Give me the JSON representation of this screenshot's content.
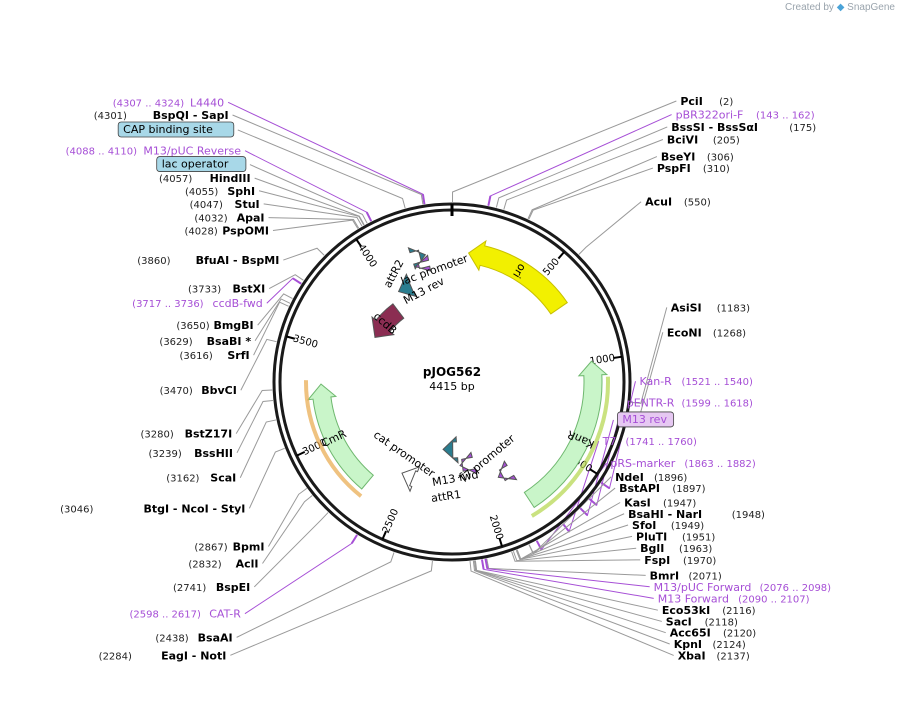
{
  "credit": {
    "prefix": "Created by",
    "brand": "SnapGene"
  },
  "plasmid": {
    "name": "pJOG562",
    "length_label": "4415 bp",
    "length": 4415
  },
  "colors": {
    "ori": "#f2f000",
    "resistance": "#c9f5c9",
    "promoter": "#ffffff",
    "ccdB": "#8b2d52",
    "attR": "#2a7d8f",
    "primer": "#a64fd6",
    "primer_box": "#e6c8f2",
    "misc_box": "#a8d8e8"
  },
  "ticks": [
    {
      "bp": 500,
      "label": "500"
    },
    {
      "bp": 1000,
      "label": "1000"
    },
    {
      "bp": 1500,
      "label": "1500"
    },
    {
      "bp": 2000,
      "label": "2000"
    },
    {
      "bp": 2500,
      "label": "2500"
    },
    {
      "bp": 3000,
      "label": "3000"
    },
    {
      "bp": 3500,
      "label": "3500"
    },
    {
      "bp": 4000,
      "label": "4000"
    }
  ],
  "features": [
    {
      "name": "ori",
      "start": 90,
      "end": 680,
      "strand": -1,
      "type": "ori",
      "label": "ori"
    },
    {
      "name": "KanR",
      "start": 1000,
      "end": 1800,
      "strand": -1,
      "type": "resistance",
      "label": "KanR"
    },
    {
      "name": "CmR",
      "start": 2700,
      "end": 3300,
      "strand": 1,
      "type": "resistance",
      "label": "CmR"
    },
    {
      "name": "cat promoter",
      "start": 2480,
      "end": 2560,
      "strand": 1,
      "type": "promoter",
      "label": "cat promoter"
    },
    {
      "name": "ccdB",
      "start": 3680,
      "end": 3960,
      "strand": -1,
      "type": "ccdB",
      "label": "ccdB"
    },
    {
      "name": "attR2",
      "start": 4040,
      "end": 4130,
      "strand": -1,
      "type": "attR",
      "label": "attR2"
    },
    {
      "name": "attR1",
      "start": 2200,
      "end": 2300,
      "strand": 1,
      "type": "attR",
      "label": "attR1"
    },
    {
      "name": "lac promoter",
      "start": 4240,
      "end": 4270,
      "strand": 1,
      "type": "attR",
      "label": "lac promoter"
    },
    {
      "name": "M13 rev",
      "start": 4200,
      "end": 4220,
      "strand": -1,
      "type": "primer",
      "label": "M13 rev"
    },
    {
      "name": "M13 fwd",
      "start": 2120,
      "end": 2140,
      "strand": 1,
      "type": "primer",
      "label": "M13 fwd"
    },
    {
      "name": "T7 promoter",
      "start": 1860,
      "end": 1890,
      "strand": 1,
      "type": "primer",
      "label": "T7 promoter"
    }
  ],
  "feature_labels": [
    {
      "text": "attR2",
      "bp": 4080,
      "r": 120,
      "rot": -62,
      "name": "feature-label-attR2"
    },
    {
      "text": "lac promoter",
      "bp": 4310,
      "r": 110,
      "rot": -20,
      "name": "feature-label-lac-promoter"
    },
    {
      "text": "M13 rev",
      "bp": 4210,
      "r": 92,
      "rot": -28,
      "name": "feature-label-m13-rev"
    },
    {
      "text": "M13 fwd",
      "bp": 2180,
      "r": 100,
      "rot": -10,
      "name": "feature-label-m13-fwd"
    },
    {
      "text": "attR1",
      "bp": 2240,
      "r": 118,
      "rot": -8,
      "name": "feature-label-attR1"
    },
    {
      "text": "T7 promoter",
      "bp": 1900,
      "r": 88,
      "rot": -40,
      "name": "feature-label-t7-promoter"
    },
    {
      "text": "cat promoter",
      "bp": 2620,
      "r": 90,
      "rot": 35,
      "name": "feature-label-cat-promoter"
    }
  ],
  "sites": [
    {
      "bp": 2,
      "name": "PciI",
      "pos": "(2)",
      "side": "R"
    },
    {
      "bp": 143,
      "name": "pBR322ori-F",
      "pos": "(143 .. 162)",
      "side": "R",
      "primer": true
    },
    {
      "bp": 175,
      "name": "BssSI  - BssSαI",
      "pos": "(175)",
      "side": "R"
    },
    {
      "bp": 205,
      "name": "BciVI",
      "pos": "(205)",
      "side": "R"
    },
    {
      "bp": 306,
      "name": "BseYI",
      "pos": "(306)",
      "side": "R"
    },
    {
      "bp": 310,
      "name": "PspFI",
      "pos": "(310)",
      "side": "R"
    },
    {
      "bp": 550,
      "name": "AcuI",
      "pos": "(550)",
      "side": "R"
    },
    {
      "bp": 1183,
      "name": "AsiSI",
      "pos": "(1183)",
      "side": "R"
    },
    {
      "bp": 1268,
      "name": "EcoNI",
      "pos": "(1268)",
      "side": "R"
    },
    {
      "bp": 1521,
      "name": "Kan-R",
      "pos": "(1521 .. 1540)",
      "side": "R",
      "primer": true
    },
    {
      "bp": 1599,
      "name": "pENTR-R",
      "pos": "(1599 .. 1618)",
      "side": "R",
      "primer": true
    },
    {
      "bp": 1650,
      "name": "M13 rev",
      "pos": "",
      "side": "R",
      "primer": true,
      "boxed": true
    },
    {
      "bp": 1741,
      "name": "T7",
      "pos": "(1741 .. 1760)",
      "side": "R",
      "primer": true
    },
    {
      "bp": 1863,
      "name": "pRS-marker",
      "pos": "(1863 .. 1882)",
      "side": "R",
      "primer": true
    },
    {
      "bp": 1896,
      "name": "NdeI",
      "pos": "(1896)",
      "side": "R"
    },
    {
      "bp": 1897,
      "name": "BstAPI",
      "pos": "(1897)",
      "side": "R"
    },
    {
      "bp": 1947,
      "name": "KasI",
      "pos": "(1947)",
      "side": "R"
    },
    {
      "bp": 1948,
      "name": "BsaHI  - NarI",
      "pos": "(1948)",
      "side": "R"
    },
    {
      "bp": 1949,
      "name": "SfoI",
      "pos": "(1949)",
      "side": "R"
    },
    {
      "bp": 1951,
      "name": "PluTI",
      "pos": "(1951)",
      "side": "R"
    },
    {
      "bp": 1963,
      "name": "BglI",
      "pos": "(1963)",
      "side": "R"
    },
    {
      "bp": 1970,
      "name": "FspI",
      "pos": "(1970)",
      "side": "R"
    },
    {
      "bp": 2071,
      "name": "BmrI",
      "pos": "(2071)",
      "side": "R"
    },
    {
      "bp": 2076,
      "name": "M13/pUC Forward",
      "pos": "(2076 .. 2098)",
      "side": "R",
      "primer": true
    },
    {
      "bp": 2090,
      "name": "M13 Forward",
      "pos": "(2090 .. 2107)",
      "side": "R",
      "primer": true
    },
    {
      "bp": 2116,
      "name": "Eco53kI",
      "pos": "(2116)",
      "side": "R"
    },
    {
      "bp": 2118,
      "name": "SacI",
      "pos": "(2118)",
      "side": "R"
    },
    {
      "bp": 2120,
      "name": "Acc65I",
      "pos": "(2120)",
      "side": "R"
    },
    {
      "bp": 2124,
      "name": "KpnI",
      "pos": "(2124)",
      "side": "R"
    },
    {
      "bp": 2137,
      "name": "XbaI",
      "pos": "(2137)",
      "side": "R"
    },
    {
      "bp": 2284,
      "name": "EagI  - NotI",
      "pos": "(2284)",
      "side": "L"
    },
    {
      "bp": 2438,
      "name": "BsaAI",
      "pos": "(2438)",
      "side": "L"
    },
    {
      "bp": 2598,
      "name": "CAT-R",
      "pos": "(2598 .. 2617)",
      "side": "L",
      "primer": true
    },
    {
      "bp": 2741,
      "name": "BspEI",
      "pos": "(2741)",
      "side": "L"
    },
    {
      "bp": 2832,
      "name": "AclI",
      "pos": "(2832)",
      "side": "L"
    },
    {
      "bp": 2867,
      "name": "BpmI",
      "pos": "(2867)",
      "side": "L"
    },
    {
      "bp": 3046,
      "name": "BtgI  - NcoI  - StyI",
      "pos": "(3046)",
      "side": "L"
    },
    {
      "bp": 3162,
      "name": "ScaI",
      "pos": "(3162)",
      "side": "L"
    },
    {
      "bp": 3239,
      "name": "BssHII",
      "pos": "(3239)",
      "side": "L"
    },
    {
      "bp": 3280,
      "name": "BstZ17I",
      "pos": "(3280)",
      "side": "L"
    },
    {
      "bp": 3470,
      "name": "BbvCI",
      "pos": "(3470)",
      "side": "L"
    },
    {
      "bp": 3616,
      "name": "SrfI",
      "pos": "(3616)",
      "side": "L"
    },
    {
      "bp": 3629,
      "name": "BsaBI *",
      "pos": "(3629)",
      "side": "L"
    },
    {
      "bp": 3650,
      "name": "BmgBI",
      "pos": "(3650)",
      "side": "L"
    },
    {
      "bp": 3717,
      "name": "ccdB-fwd",
      "pos": "(3717 .. 3736)",
      "side": "L",
      "primer": true
    },
    {
      "bp": 3733,
      "name": "BstXI",
      "pos": "(3733)",
      "side": "L"
    },
    {
      "bp": 3860,
      "name": "BfuAI  - BspMI",
      "pos": "(3860)",
      "side": "L"
    },
    {
      "bp": 4028,
      "name": "PspOMI",
      "pos": "(4028)",
      "side": "L"
    },
    {
      "bp": 4032,
      "name": "ApaI",
      "pos": "(4032)",
      "side": "L"
    },
    {
      "bp": 4047,
      "name": "StuI",
      "pos": "(4047)",
      "side": "L"
    },
    {
      "bp": 4055,
      "name": "SphI",
      "pos": "(4055)",
      "side": "L"
    },
    {
      "bp": 4057,
      "name": "HindIII",
      "pos": "(4057)",
      "side": "L"
    },
    {
      "bp": 4070,
      "name": "lac operator",
      "pos": "",
      "side": "L",
      "boxed": true,
      "boxcolor": "misc"
    },
    {
      "bp": 4088,
      "name": "M13/pUC Reverse",
      "pos": "(4088 .. 4110)",
      "side": "L",
      "primer": true
    },
    {
      "bp": 4230,
      "name": "CAP binding site",
      "pos": "",
      "side": "L",
      "boxed": true,
      "boxcolor": "misc"
    },
    {
      "bp": 4301,
      "name": "BspQI  - SapI",
      "pos": "(4301)",
      "side": "L"
    },
    {
      "bp": 4307,
      "name": "L4440",
      "pos": "(4307 .. 4324)",
      "side": "L",
      "primer": true
    }
  ]
}
